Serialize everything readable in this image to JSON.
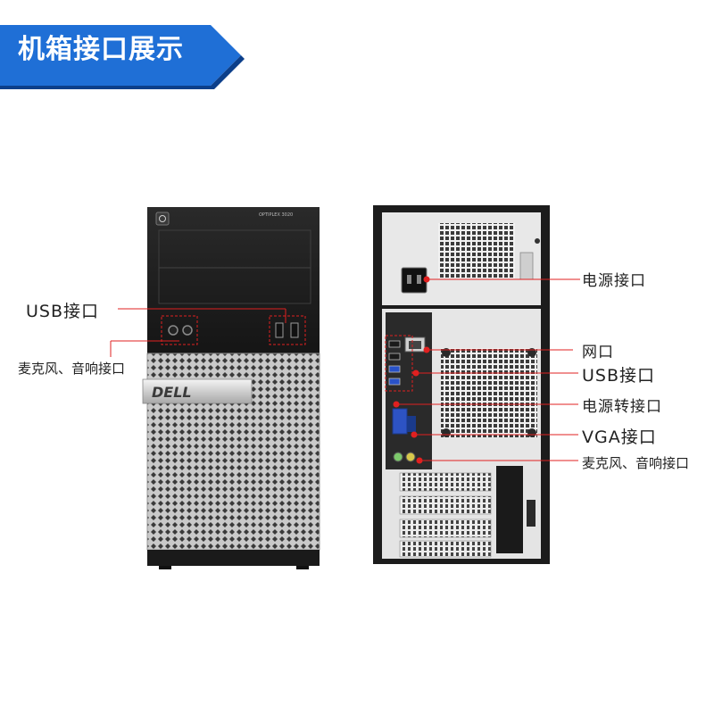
{
  "header": {
    "title": "机箱接口展示"
  },
  "front_panel": {
    "model_text": "OPTIPLEX 3020",
    "brand_logo": "DELL",
    "usb_label": "USB接口",
    "audio_label": "麦克风、音响接口"
  },
  "rear_panel": {
    "power_label": "电源接口",
    "network_label": "网口",
    "usb_label": "USB接口",
    "power_adapter_label": "电源转接口",
    "vga_label": "VGA接口",
    "audio_label": "麦克风、音响接口"
  },
  "colors": {
    "banner_blue": "#1f6fd6",
    "pointer_red": "#e02020",
    "case_black": "#1e1e1e"
  }
}
